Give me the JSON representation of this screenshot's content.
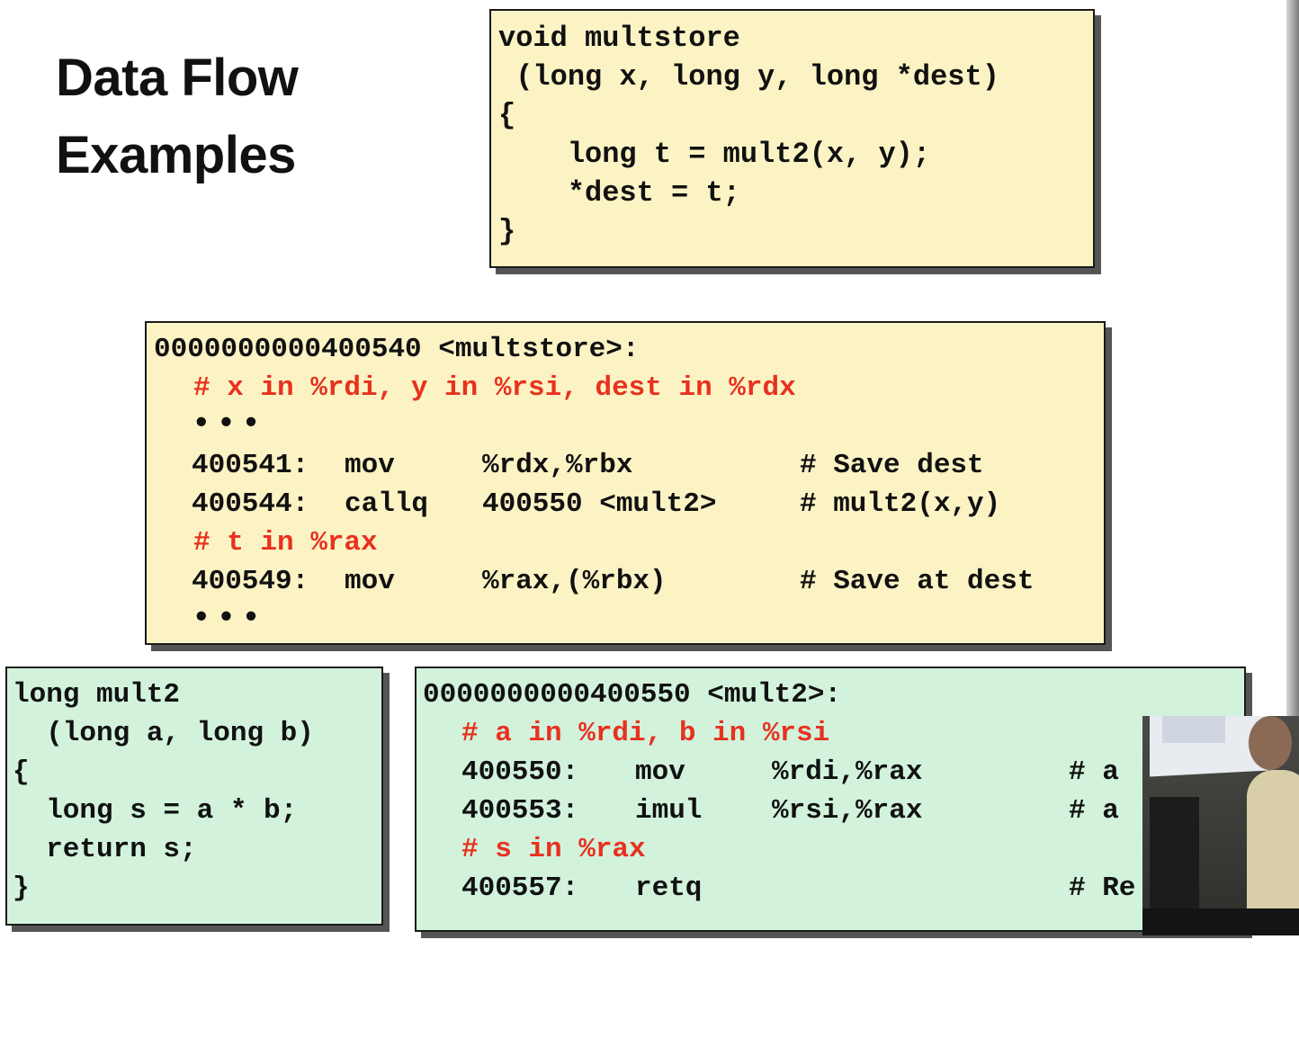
{
  "title": {
    "line1": "Data Flow",
    "line2": "Examples"
  },
  "c_multstore": {
    "lines": [
      "void multstore",
      " (long x, long y, long *dest)",
      "{",
      "    long t = mult2(x, y);",
      "    *dest = t;",
      "}"
    ]
  },
  "asm_multstore": {
    "header": "0000000000400540 <multstore>:",
    "comment1": "# x in %rdi, y in %rsi, dest in %rdx",
    "dots1": "•••",
    "rows": [
      {
        "addr": "400541:",
        "op": "mov",
        "args": "%rdx,%rbx",
        "comment": "# Save dest"
      },
      {
        "addr": "400544:",
        "op": "callq",
        "args": "400550 <mult2>",
        "comment": "# mult2(x,y)"
      }
    ],
    "comment2": "# t in %rax",
    "rows2": [
      {
        "addr": "400549:",
        "op": "mov",
        "args": "%rax,(%rbx)",
        "comment": "# Save at dest"
      }
    ],
    "dots2": "•••"
  },
  "c_mult2": {
    "lines": [
      "long mult2",
      "  (long a, long b)",
      "{",
      "  long s = a * b;",
      "  return s;",
      "}"
    ]
  },
  "asm_mult2": {
    "header": "0000000000400550 <mult2>:",
    "comment1": "# a in %rdi, b in %rsi",
    "rows": [
      {
        "addr": "400550:",
        "op": "mov",
        "args": "%rdi,%rax",
        "comment": "# a"
      },
      {
        "addr": "400553:",
        "op": "imul",
        "args": "%rsi,%rax",
        "comment": "# a"
      }
    ],
    "comment2": "# s in %rax",
    "rows2": [
      {
        "addr": "400557:",
        "op": "retq",
        "args": "",
        "comment": "# Re"
      }
    ]
  },
  "colors": {
    "yellow_box": "#fcf3c4",
    "green_box": "#d2f2dc",
    "comment_red": "#e8311f"
  }
}
